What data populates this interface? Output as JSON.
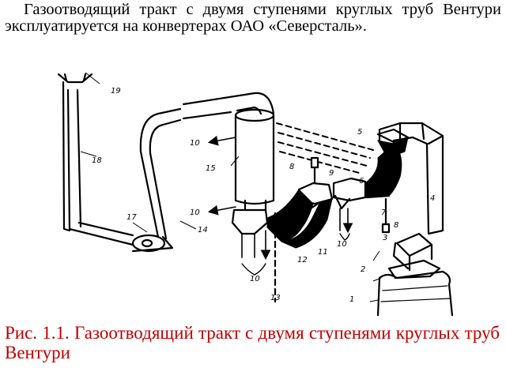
{
  "intro_text": "Газоотводящий тракт с двумя ступенями круглых труб Вентури эксплуатируется на конвертерах ОАО «Северсталь».",
  "figure": {
    "labels": {
      "l1": "1",
      "l2": "2",
      "l3": "3",
      "l4": "4",
      "l5": "5",
      "l6": "6",
      "l7": "7",
      "l8a": "8",
      "l8b": "8",
      "l9": "9",
      "l10a": "10",
      "l10b": "10",
      "l10c": "10",
      "l10d": "10",
      "l11": "11",
      "l12": "12",
      "l13": "13",
      "l14": "14",
      "l15": "15",
      "l17": "17",
      "l18": "18",
      "l19": "19"
    }
  },
  "caption": "Рис. 1.1. Газоотводящий тракт с двумя ступенями круглых труб Вентури",
  "colors": {
    "caption": "#c00000",
    "text": "#000000",
    "background": "#ffffff"
  }
}
